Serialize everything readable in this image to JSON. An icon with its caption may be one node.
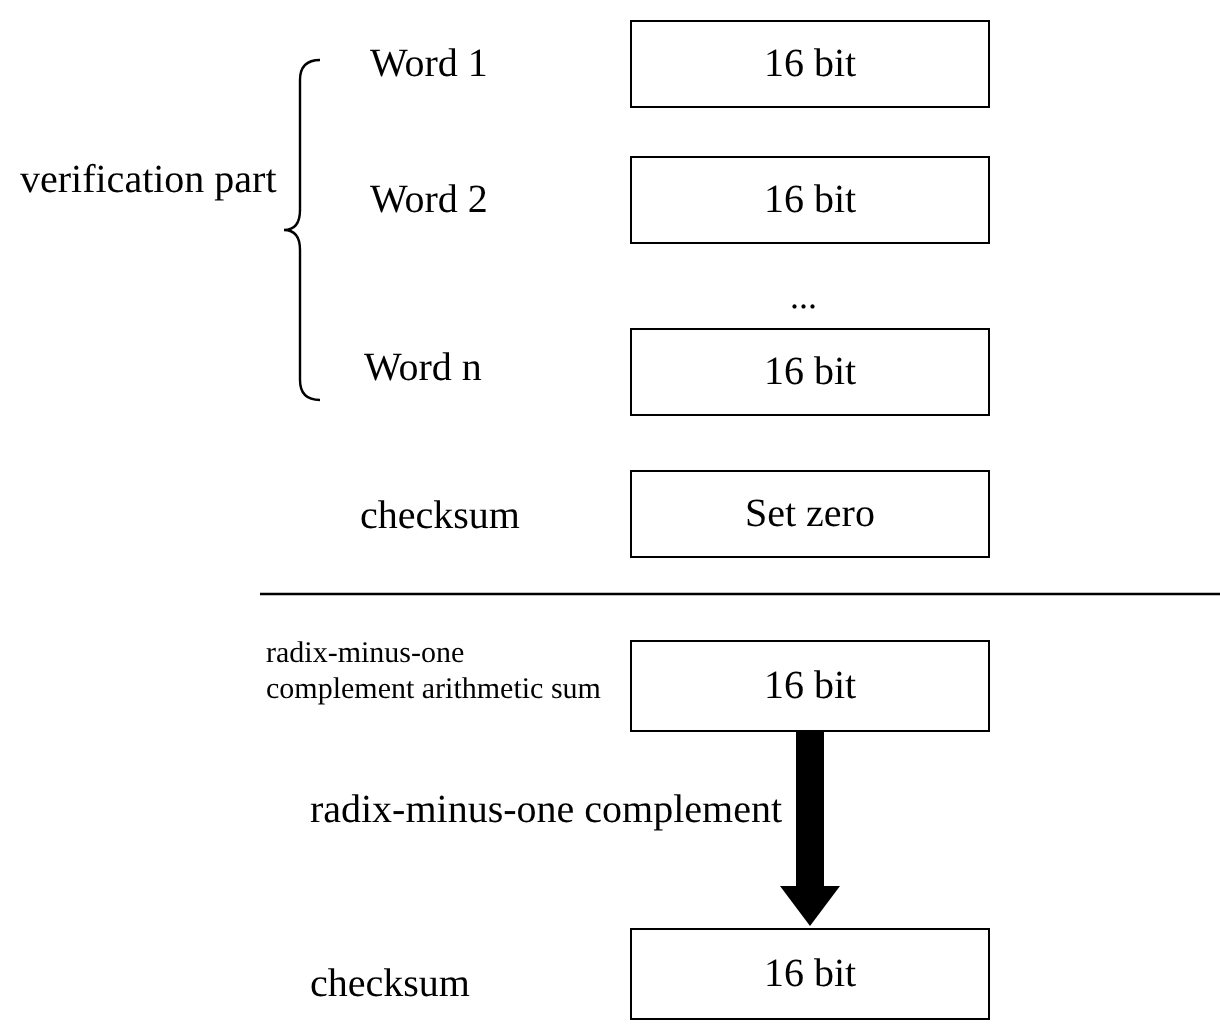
{
  "diagram": {
    "nodes": [
      {
        "text": [
          "16 bit"
        ],
        "beside": [
          "Word 1"
        ]
      },
      {
        "text": [
          "16 bit"
        ],
        "beside": [
          "Word 2"
        ]
      },
      {
        "text": [
          "16 bit"
        ],
        "beside": [
          "Word n"
        ]
      },
      {
        "text": [
          "Set zero"
        ],
        "beside": [
          "checksum"
        ]
      },
      {
        "text": [
          "16 bit"
        ],
        "beside": [
          "radix-minus-one complement arithmetic sum"
        ]
      },
      {
        "text": [
          "16 bit"
        ],
        "beside": [
          "checksum"
        ]
      }
    ],
    "edges": [
      {
        "from": 4,
        "to": 5,
        "arrow": "to",
        "label": "radix-minus-one complement"
      }
    ],
    "labels": [
      "verification part",
      "..."
    ]
  }
}
